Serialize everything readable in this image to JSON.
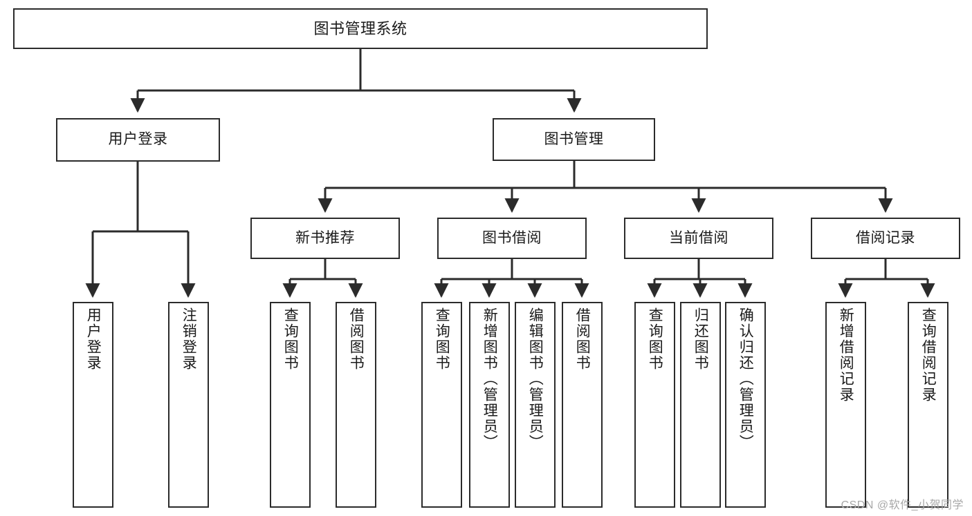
{
  "diagram": {
    "title": "图书管理系统",
    "type": "hierarchy-tree",
    "root": {
      "label": "图书管理系统"
    },
    "level2": [
      {
        "label": "用户登录"
      },
      {
        "label": "图书管理"
      }
    ],
    "level3": [
      {
        "label": "新书推荐"
      },
      {
        "label": "图书借阅"
      },
      {
        "label": "当前借阅"
      },
      {
        "label": "借阅记录"
      }
    ],
    "leaves": {
      "user_login": [
        {
          "label": "用户登录"
        },
        {
          "label": "注销登录"
        }
      ],
      "new_book_recommend": [
        {
          "label": "查询图书"
        },
        {
          "label": "借阅图书"
        }
      ],
      "book_borrow": [
        {
          "label": "查询图书"
        },
        {
          "label": "新增图书（管理员）"
        },
        {
          "label": "编辑图书（管理员）"
        },
        {
          "label": "借阅图书"
        }
      ],
      "current_borrow": [
        {
          "label": "查询图书"
        },
        {
          "label": "归还图书"
        },
        {
          "label": "确认归还（管理员）"
        }
      ],
      "borrow_record": [
        {
          "label": "新增借阅记录"
        },
        {
          "label": "查询借阅记录"
        }
      ]
    }
  },
  "watermark": {
    "text": "CSDN @软件_小贺同学"
  },
  "colors": {
    "stroke": "#2b2b2b",
    "background": "#ffffff",
    "text": "#1a1a1a",
    "watermark": "#a8a8a8"
  }
}
